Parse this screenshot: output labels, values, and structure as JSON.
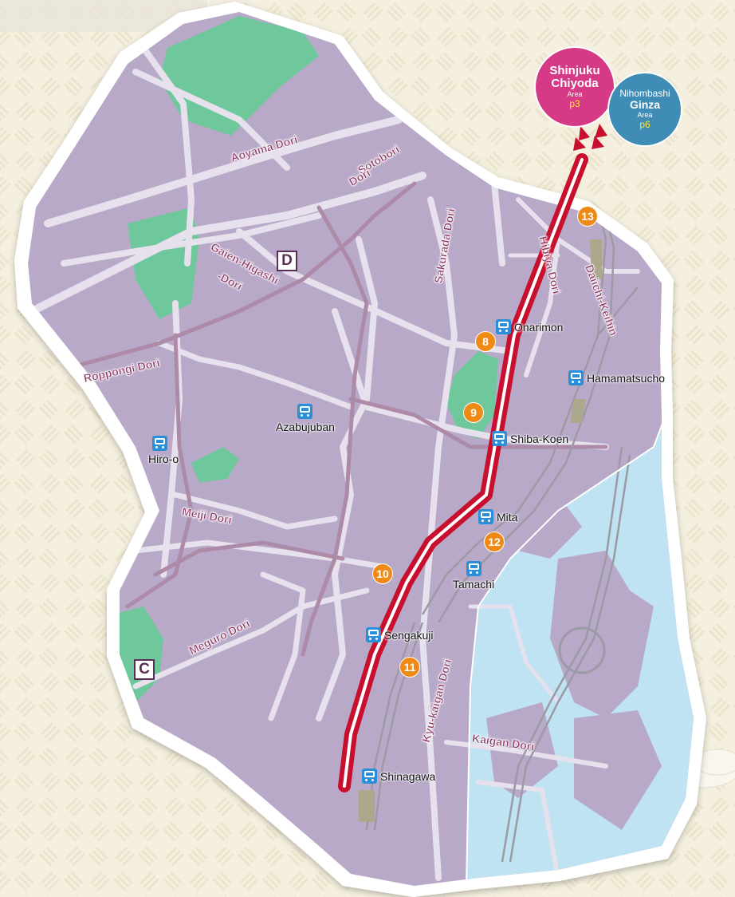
{
  "colors": {
    "district": "#b9a9c9",
    "road": "#e6e1ec",
    "park": "#6fc79c",
    "water": "#bfe3f3",
    "route_red": "#c8102e",
    "spot_orange": "#ee8a16",
    "station_blue": "#2a8fd8"
  },
  "badges": {
    "shinjuku": {
      "line1": "Shinjuku",
      "line2": "Chiyoda",
      "area": "Area",
      "page": "p3",
      "color": "#d63a86"
    },
    "nihombashi": {
      "line1": "Nihombashi",
      "line2": "Ginza",
      "area": "Area",
      "page": "p6",
      "color": "#3f8db7"
    }
  },
  "roads": {
    "aoyama": "Aoyama Dori",
    "sotobori": "Sotobori",
    "sotobori2": "Dori",
    "sakurada": "Sakurada Dori",
    "hibiya": "Hibiya Dori",
    "daiichi": "Daiichi-Keihin",
    "gaien1": "Gaien-Higashi",
    "gaien2": "-Dori",
    "roppongi": "Roppongi Dori",
    "meiji": "Meiji Dori",
    "meguro": "Meguro Dori",
    "kyukaigan": "Kyu-kaigan Dori",
    "kaigan": "Kaigan Dori"
  },
  "areas": {
    "d": "D",
    "c": "C"
  },
  "stations": {
    "onarimon": "Onarimon",
    "hamamatsucho": "Hamamatsucho",
    "azabujuban": "Azabujuban",
    "hiroo": "Hiro-o",
    "shibakoen": "Shiba-Koen",
    "mita": "Mita",
    "tamachi": "Tamachi",
    "sengakuji": "Sengakuji",
    "shinagawa": "Shinagawa"
  },
  "spots": {
    "s8": "8",
    "s9": "9",
    "s10": "10",
    "s11": "11",
    "s12": "12",
    "s13": "13"
  }
}
